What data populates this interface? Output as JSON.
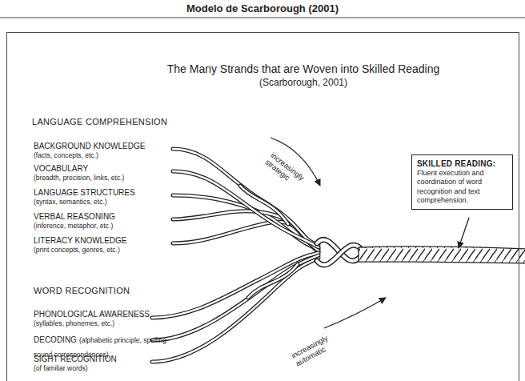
{
  "diagram": {
    "title": "Modelo de Scarborough (2001)",
    "nodes": [
      {
        "text": [
          "The Many Strands that are Woven into Skilled Reading",
          "(Scarborough, 2001)"
        ]
      },
      {
        "text": [
          "SKILLED READING:",
          "Fluent execution and coordination of word recognition and text comprehension."
        ],
        "in": 0
      }
    ],
    "labels": [
      "LANGUAGE COMPREHENSION",
      "BACKGROUND KNOWLEDGE",
      "(facts, concepts, etc.)",
      "VOCABULARY",
      "(breadth, precision, links, etc.)",
      "LANGUAGE STRUCTURES",
      "(syntax, semantics, etc.)",
      "VERBAL REASONING",
      "(inference, metaphor, etc.)",
      "LITERACY KNOWLEDGE",
      "(print concepts, genres, etc.)",
      "increasingly strategic",
      "WORD RECOGNITION",
      "PHONOLOGICAL AWARENESS",
      "(syllables, phonemes, etc.)",
      "DECODING",
      "(alphabetic principle, spelling-sound correspondences)",
      "SIGHT RECOGNITION",
      "(of familiar words)",
      "increasingly automatic"
    ]
  }
}
